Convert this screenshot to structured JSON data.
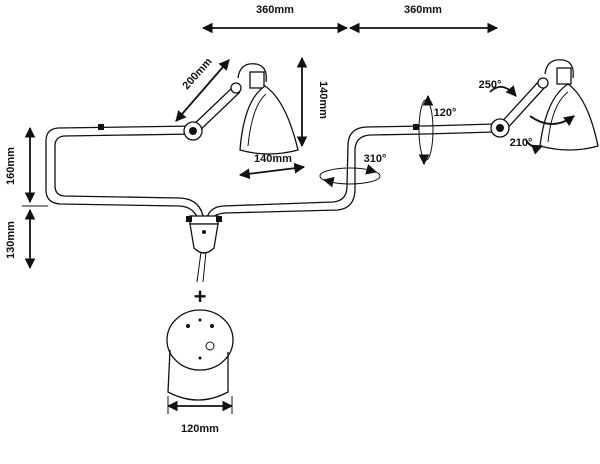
{
  "labels": {
    "arm_width_left": "360mm",
    "arm_width_right": "360mm",
    "arm_length": "200mm",
    "shade_height": "140mm",
    "shade_width": "140mm",
    "swivel_rotation": "310°",
    "tilt_up": "250°",
    "tilt_side": "120°",
    "shade_rotation": "210°",
    "upper_height": "160mm",
    "lower_height": "130mm",
    "join_symbol": "+",
    "base_diameter": "120mm"
  },
  "colors": {
    "ink": "#111111",
    "background": "#ffffff"
  },
  "icons": [
    "lamp-shade-icon",
    "wall-base-icon",
    "rotation-arrow-icon"
  ]
}
